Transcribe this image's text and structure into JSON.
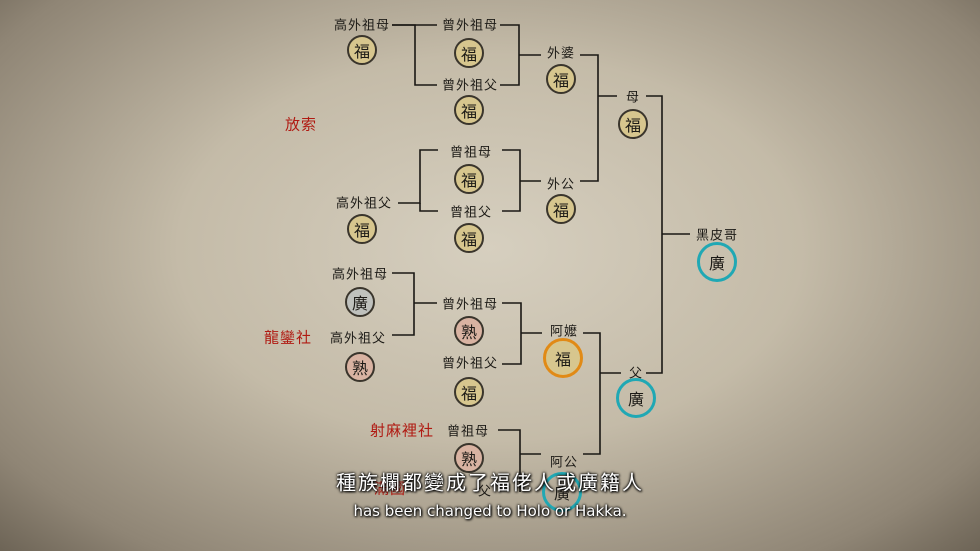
{
  "ancestors": {
    "great_great_grandmother_1": {
      "label": "高外祖母",
      "glyph": "福"
    },
    "great_grandmother_1": {
      "label": "曾外祖母",
      "glyph": "福"
    },
    "great_grandfather_1": {
      "label": "曾外祖父",
      "glyph": "福"
    },
    "maternal_grandmother": {
      "label": "外婆",
      "glyph": "福"
    },
    "great_grandmother_2": {
      "label": "曾祖母",
      "glyph": "福"
    },
    "great_grandfather_2": {
      "label": "曾祖父",
      "glyph": "福"
    },
    "great_great_grandfather_1": {
      "label": "高外祖父",
      "glyph": "福"
    },
    "maternal_grandfather": {
      "label": "外公",
      "glyph": "福"
    },
    "mother": {
      "label": "母",
      "glyph": "福"
    },
    "self": {
      "label": "黑皮哥",
      "glyph": "廣"
    },
    "great_great_grandmother_2": {
      "label": "高外祖母",
      "glyph": "廣"
    },
    "great_great_grandfather_2": {
      "label": "高外祖父",
      "glyph": "熟"
    },
    "great_grandmother_3": {
      "label": "曾外祖母",
      "glyph": "熟"
    },
    "great_grandfather_3": {
      "label": "曾外祖父",
      "glyph": "福"
    },
    "paternal_grandmother": {
      "label": "阿嬤",
      "glyph": "福"
    },
    "father": {
      "label": "父",
      "glyph": "廣"
    },
    "great_grandmother_4": {
      "label": "曾祖母",
      "glyph": "熟"
    },
    "paternal_grandfather": {
      "label": "阿公",
      "glyph": "廣"
    },
    "great_grandfather_4_partial": {
      "label": "父"
    }
  },
  "places": {
    "fangsuo": "放索",
    "longluan": "龍鑾社",
    "shemalisheng": "射麻裡社",
    "partial": "滿國"
  },
  "subtitles": {
    "chinese": "種族欄都變成了福佬人或廣籍人",
    "english": "has been changed to Holo or Hakka."
  },
  "colors": {
    "fu": "#d7c68e",
    "guang": "#bfc1bd",
    "shu": "#d9b3a2",
    "highlight_teal": "#20a8b4",
    "highlight_orange": "#e18a16",
    "place_red": "#b01a12"
  }
}
